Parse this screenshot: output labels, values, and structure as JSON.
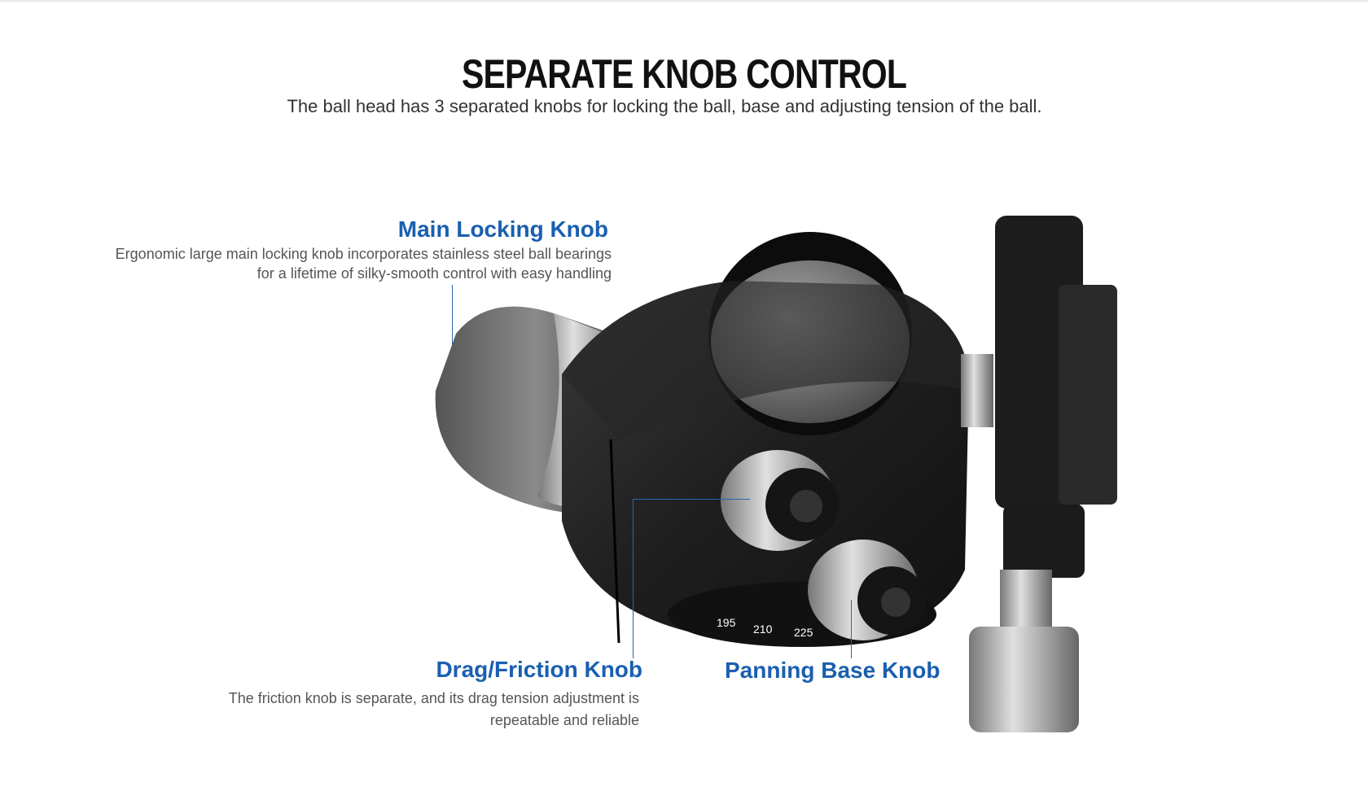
{
  "header": {
    "title": "SEPARATE KNOB CONTROL",
    "subtitle": "The ball head has 3 separated knobs for locking the ball, base and adjusting tension of the ball."
  },
  "callouts": {
    "main": {
      "title": "Main Locking Knob",
      "lines": [
        "Ergonomic large main locking knob incorporates stainless steel ball bearings",
        "for a lifetime of silky-smooth control with easy handling"
      ]
    },
    "drag": {
      "title": "Drag/Friction Knob",
      "lines": [
        "The friction knob is separate, and its drag tension adjustment is",
        "repeatable and reliable"
      ]
    },
    "panning": {
      "title": "Panning Base Knob"
    }
  },
  "scale_marks": [
    "195",
    "210",
    "225"
  ],
  "colors": {
    "accent": "#1a5fb0",
    "title": "#111111",
    "body": "#555555"
  }
}
